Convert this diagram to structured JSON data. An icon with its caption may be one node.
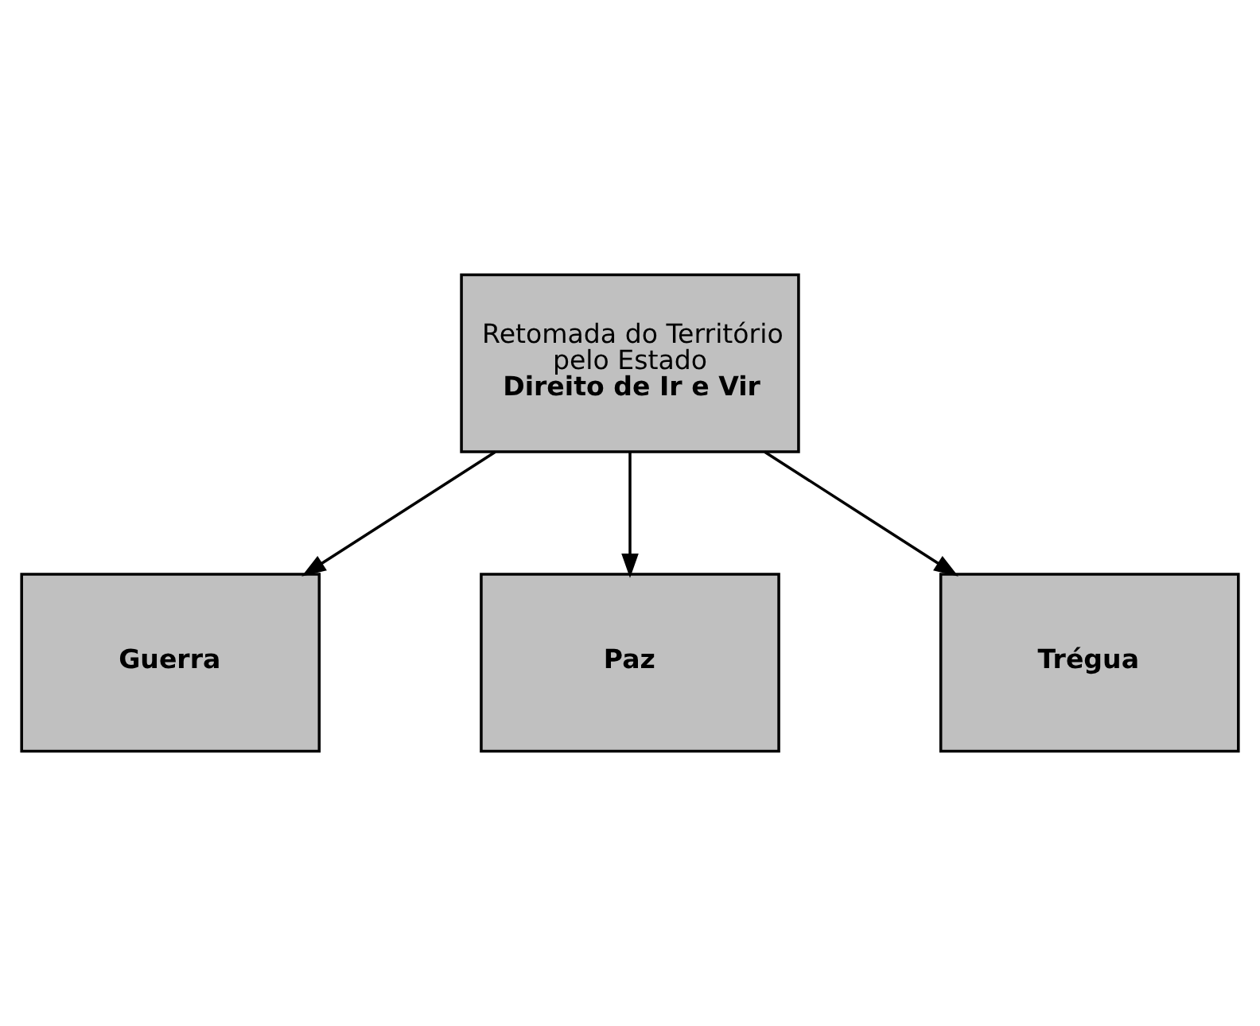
{
  "diagram": {
    "nodes": [
      {
        "text": [
          "Guerra"
        ]
      },
      {
        "text": [
          "Paz"
        ]
      },
      {
        "text": [
          "Retomada do Território pelo Estado",
          "Direito de Ir e Vir"
        ]
      },
      {
        "text": [
          "Trégua"
        ]
      }
    ],
    "edges": [
      {
        "from": 2,
        "to": 0,
        "arrow": "to"
      },
      {
        "from": 2,
        "to": 1,
        "arrow": "to"
      },
      {
        "from": 2,
        "to": 3,
        "arrow": "to"
      }
    ]
  }
}
